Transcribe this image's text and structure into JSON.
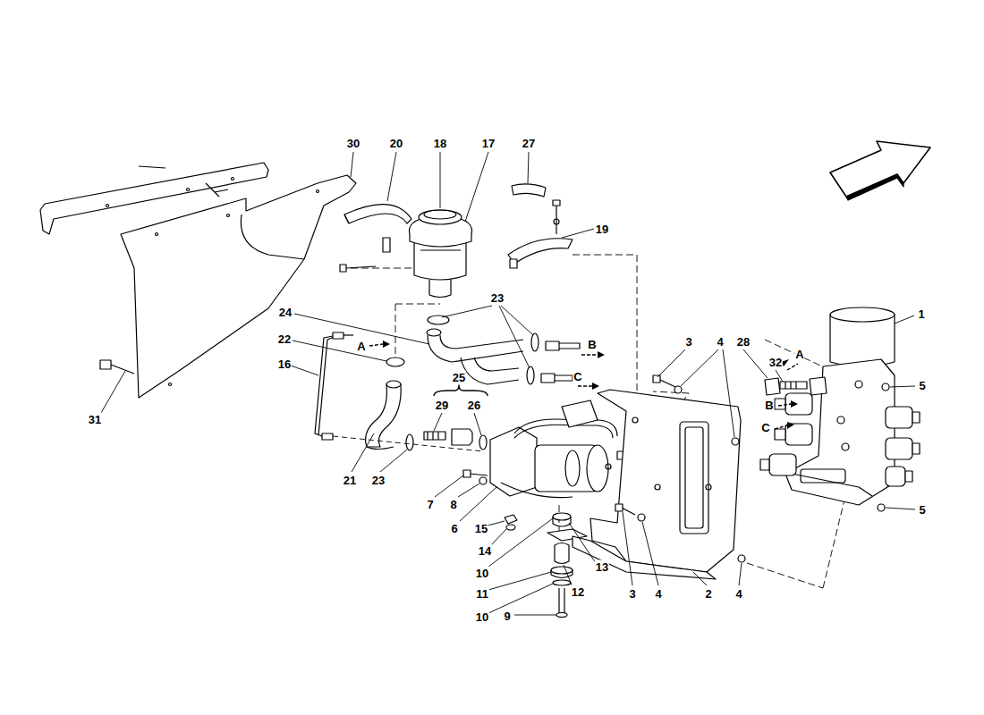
{
  "diagram": {
    "labels": [
      "30",
      "20",
      "18",
      "17",
      "27",
      "19",
      "23",
      "24",
      "B",
      "C",
      "22",
      "A",
      "16",
      "31",
      "25",
      "29",
      "26",
      "21",
      "23",
      "7",
      "8",
      "6",
      "15",
      "14",
      "10",
      "13",
      "12",
      "11",
      "10",
      "9",
      "3",
      "4",
      "2",
      "4",
      "3",
      "4",
      "28",
      "32",
      "A",
      "B",
      "C",
      "1",
      "5",
      "5"
    ]
  }
}
